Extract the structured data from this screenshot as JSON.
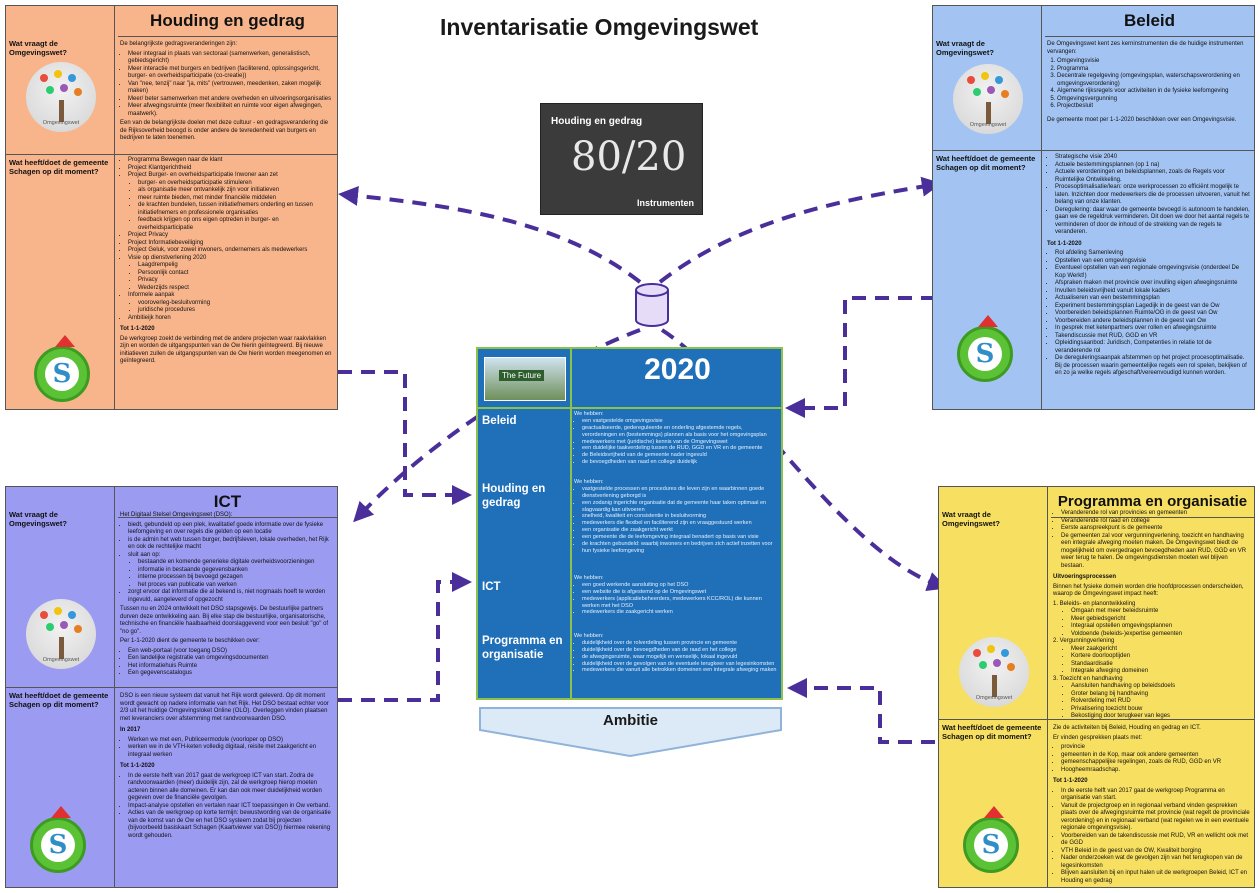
{
  "main_title": "Inventarisatie Omgevingswet",
  "chalkboard": {
    "title": "Houding en gedrag",
    "figure": "80/20",
    "footer": "Instrumenten"
  },
  "center": {
    "year": "2020",
    "thumb_text": "The Future",
    "rows": [
      {
        "label": "Beleid",
        "intro": "We hebben:",
        "items": [
          "een vastgestelde omgevingsvisie",
          "geactualiseerde, gedereguleerde en onderling afgestemde regels, verordeningen en (bestemmings) plannen als basis voor het omgevingsplan",
          "medewerkers met (juridische) kennis van de Omgevingswet",
          "een duidelijke taakverdeling tussen de RUD, GGD en VR en de gemeente",
          "de Beleidsvrijheid van de gemeente nader ingevuld",
          "de bevoegdheden van raad en college duidelijk"
        ]
      },
      {
        "label": "Houding en gedrag",
        "intro": "We hebben:",
        "items": [
          "vastgestelde processen en procedures die leven zijn en waarbinnen goede dienstverlening geborgd is",
          "een zodanig ingerichte organisatie dat de gemeente haar taken optimaal en slagvaardig kan uitvoeren",
          "snelheid, kwaliteit en consistentie in besluitvorming",
          "medewerkers die flexibel en faciliterend zijn en vraaggestuurd werken",
          "een organisatie die zaakgericht werkt",
          "een gemeente die de leefomgeving integraal benadert op basis van visie",
          "de krachten gebundeld: waarbij inwoners en bedrijven zich actief inzetten voor hun fysieke leefomgeving"
        ]
      },
      {
        "label": "ICT",
        "intro": "We hebben:",
        "items": [
          "een goed werkende aansluiting op het DSO",
          "een website die is afgestemd op de Omgevingswet",
          "medewerkers (applicatiebeheerders, medewerkers KCC/ROL) die kunnen werken met het DSO",
          "medewerkers die zaakgericht werken"
        ]
      },
      {
        "label": "Programma en organisatie",
        "intro": "We hebben:",
        "items": [
          "duidelijkheid over de rolverdeling tussen provincie en gemeente",
          "duidelijkheid over de bevoegdheden van de raad en het college",
          "de afwegingsruimte, waar mogelijk en wenselijk, lokaal ingevuld",
          "duidelijkheid over de gevolgen van de eventuele terugkeer van legesinkomsten",
          "medewerkers die vanuit alle betrokken domeinen een integrale afweging maken"
        ]
      }
    ]
  },
  "ambitie": "Ambitie",
  "panels": {
    "houding": {
      "title": "Houding en gedrag",
      "color": "#f8b58c",
      "q1": "Wat vraagt de Omgevingswet?",
      "q2": "Wat heeft/doet de gemeente Schagen op dit moment?",
      "tree_caption": "Omgevingswet",
      "s1_intro": "De belangrijkste gedragsveranderingen zijn:",
      "s1_items": [
        "Meer integraal in plaats van sectoraal (samenwerken, generalistisch, gebiedsgericht)",
        "Meer interactie met burgers en bedrijven (faciliterend, oplossingsgericht, burger- en overheidsparticipatie (co-creatie))",
        "Van \"nee, tenzij\" naar \"ja, mits\" (vertrouwen, meedenken, zaken mogelijk maken)",
        "Meer/ beter samenwerken met andere overheden en uitvoeringsorganisaties",
        "Meer afwegingsruimte (meer flexibiliteit en ruimte voor eigen afwegingen, maatwerk)."
      ],
      "s1_outro": "Een van de belangrijkste doelen met deze cultuur - en gedragsverandering die de Rijksoverheid beoogd is onder andere de tevredenheid van burgers en bedrijven te laten toenemen.",
      "s2_items": [
        "Programma Bewegen naar de klant",
        "Project Klantgerichtheid",
        "Project Burger- en overheidsparticipatie Inwoner aan zet",
        "burger- en overheidsparticipatie stimuleren",
        "als organisatie meer ontvankelijk zijn voor initiatieven",
        "meer ruimte bieden, met minder financiële middelen",
        "de krachten bundelen, tussen initiatiefnemers onderling en tussen initiatiefnemers en professionele organisaties",
        "feedback krijgen op ons eigen optreden in burger- en overheidsparticipatie",
        "Project Privacy",
        "Project Informatiebeveiliging",
        "Project Geluk, voor zowel inwoners, ondernemers als medewerkers",
        "Visie op dienstverlening 2020",
        "Laagdrempelig",
        "Persoonlijk contact",
        "Privacy",
        "Wederzijds respect",
        "Informele aanpak",
        "vooroverleg-besluitvorming",
        "juridische procedures",
        "Ambitieijk horen"
      ],
      "s2_head": "Tot 1-1-2020",
      "s2_outro": "De werkgroep zoekt de verbinding met de andere projecten waar raakvlakken zijn en worden de uitgangspunten van de Ow hierin geïntegreerd. Bij nieuwe initiatieven zullen de uitgangspunten van de Ow hierin worden meegenomen en geïntegreerd."
    },
    "beleid": {
      "title": "Beleid",
      "color": "#a3c4f3",
      "q1": "Wat vraagt de Omgevingswet?",
      "q2": "Wat heeft/doet de gemeente Schagen op dit moment?",
      "tree_caption": "Omgevingswet",
      "s1_intro": "De Omgevingswet kent zes kerninstrumenten die de huidige instrumenten vervangen:",
      "s1_items": [
        "Omgevingsvisie",
        "Programma",
        "Decentrale regelgeving (omgevingsplan, waterschapsverordening en omgevingsverordening)",
        "Algemene rijksregels voor activiteiten in de fysieke leefomgeving",
        "Omgevingsvergunning",
        "Projectbesluit"
      ],
      "s1_outro": "De gemeente moet per 1-1-2020 beschikken over een Omgevingsvisie.",
      "s2_items": [
        "Strategische visie 2040",
        "Actuele bestemmingsplannen (op 1 na)",
        "Actuele verordeningen en beleidsplannen, zoals de Regels voor Ruimtelijke Ontwikkeling.",
        "Procesoptimalisatie/lean: onze werkprocessen zo efficiënt mogelijk te laten. Inzichten door medewerkers die de processen uitvoeren, vanuit het belang van onze klanten.",
        "Deregulering: daar waar de gemeente bevoegd is autonoom te handelen, gaan we de regeldruk verminderen. Dit doen we door het aantal regels te verminderen of door de inhoud of de strekking van de regels te veranderen."
      ],
      "s2_head": "Tot 1-1-2020",
      "s2_items_b": [
        "Rol afdeling Samenleving",
        "Opstellen van een omgevingsvisie",
        "Eventueel opstellen van een regionale omgevingsvisie (onderdeel De Kop Werkt!)",
        "Afspraken maken met provincie over invulling eigen afwegingsruimte",
        "Invullen beleidsvrijheid vanuit lokale kaders",
        "Actualiseren van een bestemmingsplan",
        "Experiment bestemmingsplan Lagedijk in de geest van de Ow",
        "Voorbereiden beleidsplannen Ruimte/OG in de geest van Ow",
        "Voorbereiden andere beleidsplannen in de geest van Ow",
        "In gesprek met ketenpartners over rollen en afwegingsruimte",
        "Takendiscussie met RUD, GGD en VR",
        "Opleidingsaanbod: Juridisch, Competenties in relatie tot de veranderende rol",
        "De dereguleringsaanpak afstemmen op het project procesoptimalisatie. Bij de processen waarin gemeentelijke regels een rol spelen, bekijken of en zo ja welke regels afgeschaft/vereenvoudigd kunnen worden."
      ]
    },
    "ict": {
      "title": "ICT",
      "color": "#9b9bf2",
      "q1": "Wat vraagt de Omgevingswet?",
      "q2": "Wat heeft/doet de gemeente Schagen op dit moment?",
      "tree_caption": "Omgevingswet",
      "s1_intro": "Het Digitaal Stelsel Omgevingswet (DSO):",
      "s1_items": [
        "biedt, gebundeld op een plek, kwalitatief goede informatie over de fysieke leefomgeving en over regels die gelden op een locatie",
        "is de admin het web tussen burger, bedrijfsleven, lokale overheden, het Rijk en ook de rechtelijke macht",
        "sluit aan op:",
        "bestaande en komende generieke digitale overheidsvoorzieningen",
        "informatie in bestaande gegevensbanken",
        "interne processen bij bevoegd gezagen",
        "het proces van publicatie van werken",
        "zorgt ervoor dat informatie die al bekend is, niet nogmaals hoeft te worden ingevuld, aangeleverd of opgezocht"
      ],
      "s1_p2": "Tussen nu en 2024 ontwikkelt het DSO stapsgewijs. De bestuurlijke partners durven deze ontwikkeling aan. Bij elke stap die bestuurlijke, organisatorische, technische en financiële haalbaarheid doorslaggevend voor een besluit \"go\" of \"no go\".",
      "s1_p3": "Per 1-1-2020 dient de gemeente te beschikken over:",
      "s1_items_b": [
        "Een web-portaal (voor toegang DSO)",
        "Een landelijke registratie van omgevingsdocumenten",
        "Het informatiehuis Ruimte",
        "Een gegevenscatalogus"
      ],
      "s2_p1": "DSO is een nieuw systeem dat vanuit het Rijk wordt geleverd. Op dit moment wordt gewacht op nadere informatie van het Rijk. Het DSO bestaat echter voor 2/3 uit het huidige Omgevingsloket Online (OLO). Overleggen vinden plaatsen met leveranciers over afstemming met randvoorwaarden DSO.",
      "s2_head1": "In 2017",
      "s2_items": [
        "Werken we met een, Publiceermodule (voorloper op DSO)",
        "werken we in de VTH-keten volledig digitaal, reisite met zaakgericht en integraal werken"
      ],
      "s2_head2": "Tot 1-1-2020",
      "s2_items_b": [
        "In de eerste helft van 2017 gaat de werkgroep ICT van start. Zodra de randvoorwaarden (meer) duidelijk zijn, zal de werkgroep hierop moeten acteren binnen alle domeinen. Er kan dan ook meer duidelijkheid worden gegeven over de financiële gevolgen.",
        "Impact-analyse opstellen en vertalen naar ICT toepassingen in Ow verband.",
        "Acties van de werkgroep op korte termijn: bewustwording van de organisatie van de komst van de Ow en het DSO systeem zodat bij projecten (bijvoorbeeld basiskaart Schagen (Kaartviewer van DSO)) hiermee rekening wordt gehouden."
      ]
    },
    "programma": {
      "title": "Programma en organisatie",
      "color": "#f7df62",
      "q1": "Wat vraagt de Omgevingswet?",
      "q2": "Wat heeft/doet de gemeente Schagen op dit moment?",
      "tree_caption": "Omgevingswet",
      "s1_items": [
        "Veranderende rol van provincies en gemeenten",
        "Veranderende rol raad en college",
        "Eerste aanspreekpunt is de gemeente",
        "De gemeenten zal voor vergunningverlening, toezicht en handhaving een integrale afweging moeten maken. De Omgevingswet biedt de mogelijkheid om overgedragen bevoegdheden aan RUD, GGD en VR weer terug te halen. De omgevingsdiensten moeten wel blijven bestaan."
      ],
      "s1_head": "Uitvoeringsprocessen",
      "s1_p": "Binnen het fysieke domein worden drie hoofdprocessen onderscheiden, waarop de Omgevingswet impact heeft:",
      "s1_items_b": [
        "1. Beleids- en planontwikkeling",
        "Omgaan met meer beleidsruimte",
        "Meer gebiedsgericht",
        "Integraal opstellen omgevingsplannen",
        "Voldoende (beleids-)expertise gemeenten",
        "2. Vergunningverlening",
        "Meer zaakgericht",
        "Kortere doorlooptijden",
        "Standaardisatie",
        "Integrale afweging domeinen",
        "3. Toezicht en handhaving",
        "Aansluiten handhaving op beleidsdoels",
        "Groter belang bij handhaving",
        "Rolverdeling met RUD",
        "Privatisering toezicht bouw",
        "Bekostiging door terugkeer van leges"
      ],
      "s2_p1": "Zie de activiteiten bij Beleid, Houding en gedrag en ICT.",
      "s2_p2": "Er vinden gesprekken plaats met:",
      "s2_items": [
        "provincie",
        "gemeenten in de Kop, maar ook andere gemeenten",
        "gemeenschappelijke regelingen, zoals de RUD, GGD en VR",
        "Hoogheemraadschap."
      ],
      "s2_head": "Tot 1-1-2020",
      "s2_items_b": [
        "In de eerste helft van 2017 gaat de werkgroep Programma en organisatie van start.",
        "Vanuit de projectgroep en in regionaal verband vinden gesprekken plaats over de afwegingsruimte met provincie (wat regelt de provinciale verordening) en in regionaal verband (wat regelen we in een eventuele regionale omgevingsvisie).",
        "Voorbereiden van de takendiscussie met RUD, VR en wellicht ook met de GGD",
        "VTH Beleid in de geest van de OW, Kwaliteit borging",
        "Nader onderzoeken wat de gevolgen zijn van het terugkopen van de legesinkomsten",
        "Blijven aansluiten bij en input halen uit de werkgroepen Beleid, ICT en Houding en gedrag"
      ]
    }
  },
  "colors": {
    "arrow": "#4a2f9b",
    "center_bg": "#1f70b8",
    "center_border": "#8bc34a",
    "ambitie_fill": "#dbeaf6"
  }
}
